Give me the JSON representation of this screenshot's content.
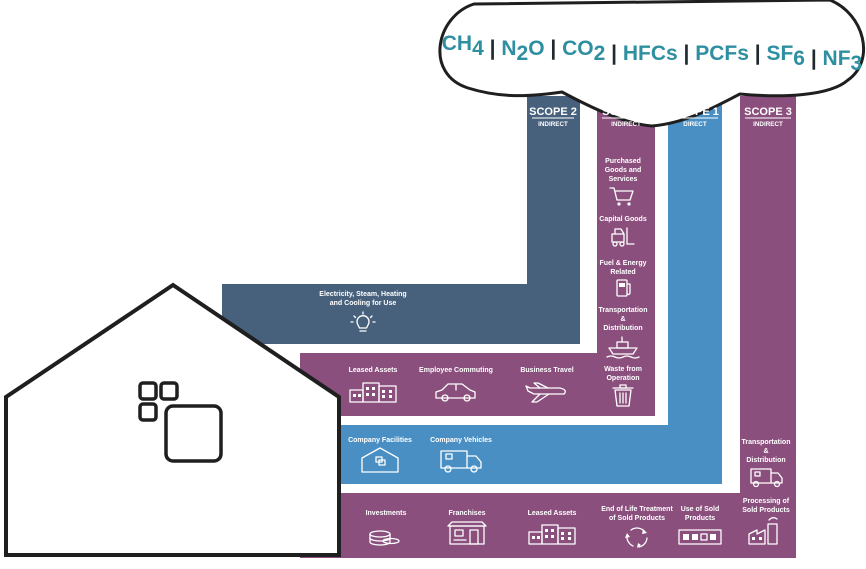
{
  "gases": [
    {
      "base": "CH",
      "sub": "4"
    },
    {
      "base": "N",
      "sub": "2",
      "tail": "O"
    },
    {
      "base": "CO",
      "sub": "2"
    },
    {
      "base": "HFCs"
    },
    {
      "base": "PCFs"
    },
    {
      "base": "SF",
      "sub": "6"
    },
    {
      "base": "NF",
      "sub": "3"
    }
  ],
  "colors": {
    "scope2": "#47617d",
    "scope3": "#8a4f7d",
    "scope1": "#4a8fc3",
    "gas_text": "#2e8fa0",
    "outline": "#1f1f1f"
  },
  "columns": {
    "scope2_up": {
      "title": "SCOPE 2",
      "subtitle": "INDIRECT"
    },
    "scope3_up": {
      "title": "SCOPE 3",
      "subtitle": "INDIRECT"
    },
    "scope1": {
      "title": "SCOPE 1",
      "subtitle": "DIRECT"
    },
    "scope3_down": {
      "title": "SCOPE 3",
      "subtitle": "INDIRECT"
    }
  },
  "scope2": {
    "electricity": {
      "line1": "Electricity, Steam, Heating",
      "line2": "and Cooling for Use",
      "icon": "lightbulb-icon"
    }
  },
  "scope3_up": {
    "purchased": {
      "line1": "Purchased",
      "line2": "Goods and",
      "line3": "Services",
      "icon": "shopping-cart-icon"
    },
    "capital": {
      "line1": "Capital Goods",
      "icon": "forklift-icon"
    },
    "fuel": {
      "line1": "Fuel & Energy",
      "line2": "Related",
      "icon": "fuel-pump-icon"
    },
    "transport": {
      "line1": "Transportation",
      "line2": "&",
      "line3": "Distribution",
      "icon": "ship-icon"
    },
    "waste": {
      "line1": "Waste from",
      "line2": "Operation",
      "icon": "trash-can-icon"
    },
    "leased": {
      "line1": "Leased Assets",
      "icon": "building-icon"
    },
    "commuting": {
      "line1": "Employee Commuting",
      "icon": "car-icon"
    },
    "travel": {
      "line1": "Business Travel",
      "icon": "airplane-icon"
    }
  },
  "scope1": {
    "facilities": {
      "line1": "Company Facilities",
      "icon": "facility-icon"
    },
    "vehicles": {
      "line1": "Company Vehicles",
      "icon": "truck-icon"
    }
  },
  "scope3_down": {
    "investments": {
      "line1": "Investments",
      "icon": "coins-icon"
    },
    "franchises": {
      "line1": "Franchises",
      "icon": "storefront-icon"
    },
    "leased": {
      "line1": "Leased Assets",
      "icon": "building-icon"
    },
    "end_of_life": {
      "line1": "End of Life Treatment",
      "line2": "of Sold Products",
      "icon": "recycle-icon"
    },
    "use_of_sold": {
      "line1": "Use of Sold",
      "line2": "Products",
      "icon": "product-box-icon"
    },
    "transport": {
      "line1": "Transportation",
      "line2": "&",
      "line3": "Distribution",
      "icon": "truck-icon"
    },
    "processing": {
      "line1": "Processing of",
      "line2": "Sold Products",
      "icon": "factory-icon"
    }
  }
}
